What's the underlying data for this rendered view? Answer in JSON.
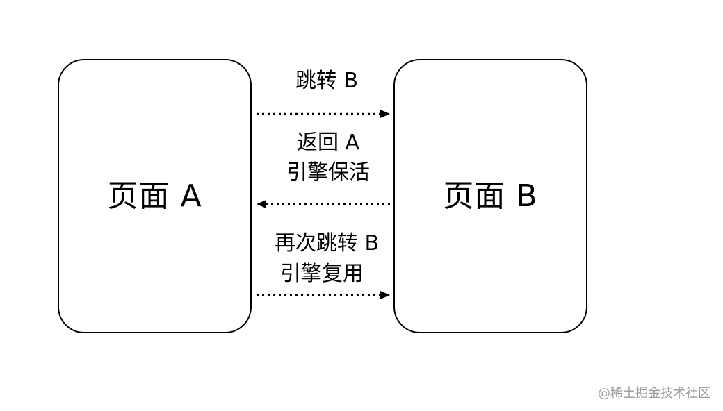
{
  "pages": {
    "a": {
      "title": "页面 A"
    },
    "b": {
      "title": "页面 B"
    }
  },
  "transitions": [
    {
      "lines": [
        "跳转 B"
      ],
      "direction": "A→B"
    },
    {
      "lines": [
        "返回 A",
        "引擎保活"
      ],
      "direction": "B→A"
    },
    {
      "lines": [
        "再次跳转 B",
        "引擎复用"
      ],
      "direction": "A→B"
    }
  ],
  "watermark": "@稀土掘金技术社区",
  "style": {
    "line_color": "#000000",
    "line_style": "dotted",
    "watermark_color": "#9a9a9a"
  }
}
